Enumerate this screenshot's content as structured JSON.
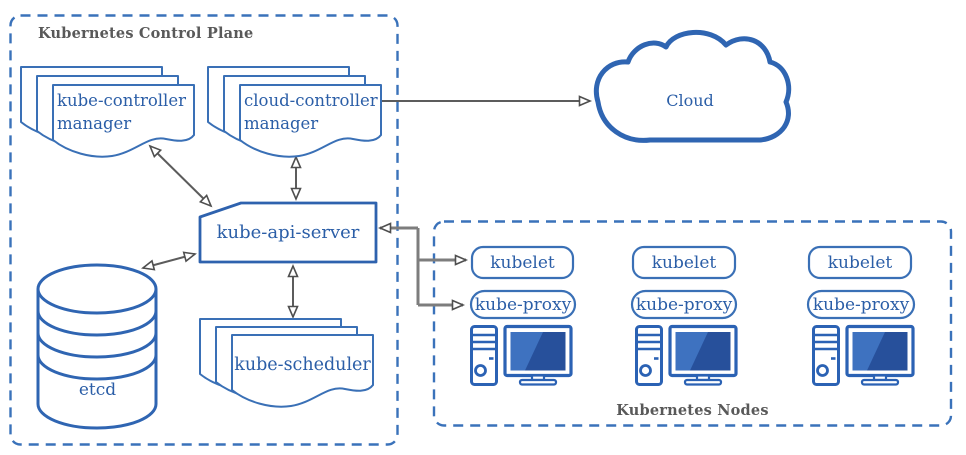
{
  "control_plane": {
    "title": "Kubernetes Control Plane",
    "kube_controller_manager": "kube-controller manager",
    "cloud_controller_manager": "cloud-controller manager",
    "kube_api_server": "kube-api-server",
    "etcd": "etcd",
    "kube_scheduler": "kube-scheduler"
  },
  "cloud": {
    "label": "Cloud"
  },
  "nodes": {
    "title": "Kubernetes Nodes",
    "kubelet": "kubelet",
    "kube_proxy": "kube-proxy",
    "node_count": 3
  },
  "colors": {
    "shape_blue": "#2f65b2",
    "stack_border_blue": "#3a70b6",
    "api_server_border": "#2e62ae",
    "dashed_border_blue": "#3a72ba",
    "label_text_blue": "#2b5ea7",
    "title_gray": "#595959",
    "arrow_gray": "#5c5c5c",
    "node_arrow_gray": "#7d7d7d",
    "screen_light_blue": "#3e72c0",
    "screen_dark_blue": "#27509b"
  }
}
